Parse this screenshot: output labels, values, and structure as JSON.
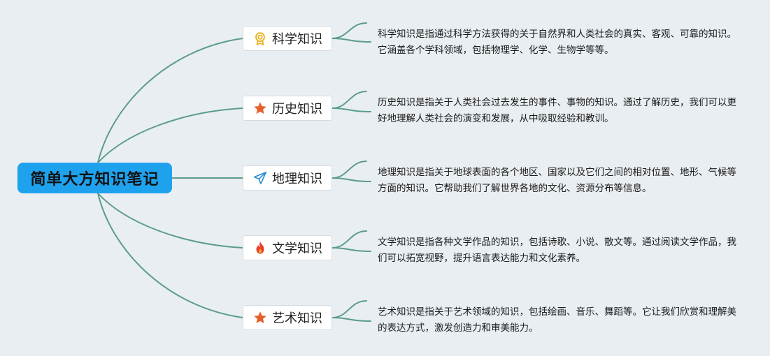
{
  "root": {
    "title": "简单大方知识笔记"
  },
  "topics": [
    {
      "label": "科学知识",
      "icon": "medal-icon",
      "icon_color": "#e9b21a",
      "description": "科学知识是指通过科学方法获得的关于自然界和人类社会的真实、客观、可靠的知识。它涵盖各个学科领域，包括物理学、化学、生物学等等。"
    },
    {
      "label": "历史知识",
      "icon": "star-icon",
      "icon_color": "#e4602a",
      "description": "历史知识是指关于人类社会过去发生的事件、事物的知识。通过了解历史，我们可以更好地理解人类社会的演变和发展，从中吸取经验和教训。"
    },
    {
      "label": "地理知识",
      "icon": "paper-plane-icon",
      "icon_color": "#2a8fd6",
      "description": "地理知识是指关于地球表面的各个地区、国家以及它们之间的相对位置、地形、气候等方面的知识。它帮助我们了解世界各地的文化、资源分布等信息。"
    },
    {
      "label": "文学知识",
      "icon": "fire-icon",
      "icon_color": "#e8402a",
      "description": "文学知识是指各种文学作品的知识，包括诗歌、小说、散文等。通过阅读文学作品，我们可以拓宽视野，提升语言表达能力和文化素养。"
    },
    {
      "label": "艺术知识",
      "icon": "star-icon",
      "icon_color": "#e4602a",
      "description": "艺术知识是指关于艺术领域的知识，包括绘画、音乐、舞蹈等。它让我们欣赏和理解美的表达方式，激发创造力和审美能力。"
    }
  ],
  "colors": {
    "background": "#e9eef2",
    "root_fill": "#1fa2ee",
    "connector": "#5a9c8a"
  }
}
